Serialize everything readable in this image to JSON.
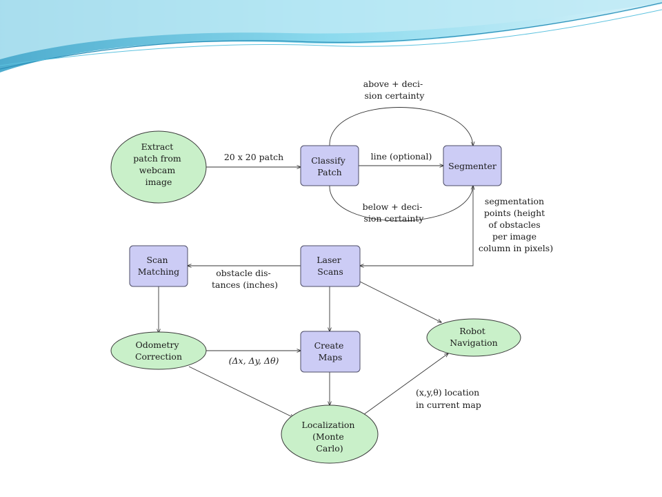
{
  "colors": {
    "box_fill": "#ccccf5",
    "oval_fill": "#c9f0c9",
    "banner_light": "#d4f1f9",
    "banner_mid": "#7fd6ec",
    "banner_dark": "#3aa3c9"
  },
  "nodes": {
    "extract": {
      "lines": [
        "Extract",
        "patch from",
        "webcam",
        "image"
      ]
    },
    "classify": {
      "lines": [
        "Classify",
        "Patch"
      ]
    },
    "segmenter": {
      "lines": [
        "Segmenter"
      ]
    },
    "scan_matching": {
      "lines": [
        "Scan",
        "Matching"
      ]
    },
    "laser_scans": {
      "lines": [
        "Laser",
        "Scans"
      ]
    },
    "odometry": {
      "lines": [
        "Odometry",
        "Correction"
      ]
    },
    "create_maps": {
      "lines": [
        "Create",
        "Maps"
      ]
    },
    "robot_navigation": {
      "lines": [
        "Robot",
        "Navigation"
      ]
    },
    "localization": {
      "lines": [
        "Localization",
        "(Monte",
        "Carlo)"
      ]
    }
  },
  "edges": {
    "patch": {
      "lines": [
        "20 x 20 patch"
      ]
    },
    "above": {
      "lines": [
        "above + deci-",
        "sion certainty"
      ]
    },
    "line": {
      "lines": [
        "line (optional)"
      ]
    },
    "below": {
      "lines": [
        "below + deci-",
        "sion certainty"
      ]
    },
    "segmentation": {
      "lines": [
        "segmentation",
        "points (height",
        "of obstacles",
        "per image",
        "column in pixels)"
      ]
    },
    "obstacle": {
      "lines": [
        "obstacle dis-",
        "tances (inches)"
      ]
    },
    "delta": {
      "lines": [
        "(Δx, Δy, Δθ)"
      ]
    },
    "location": {
      "lines": [
        "(x,y,θ) location",
        "in current map"
      ]
    }
  }
}
